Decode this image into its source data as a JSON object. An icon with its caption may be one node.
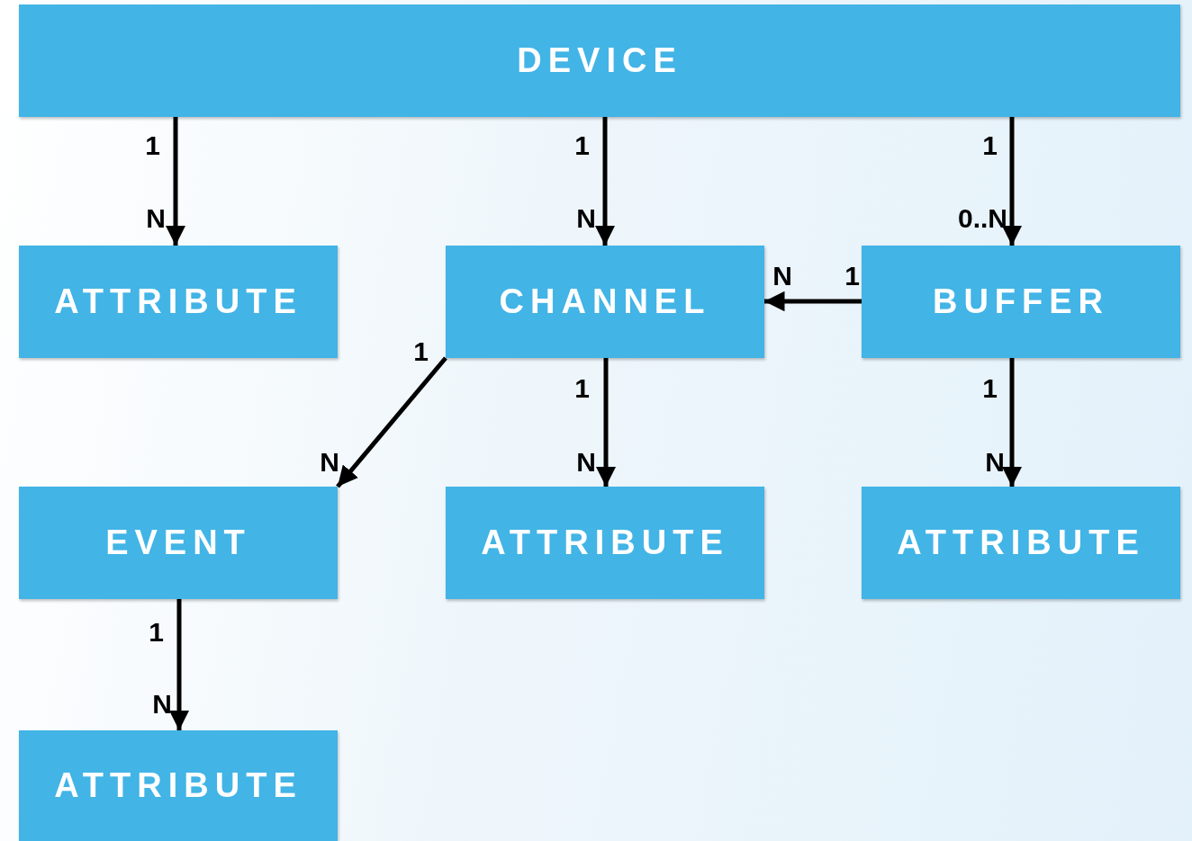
{
  "diagram": {
    "nodes": [
      {
        "text": [
          "DEVICE"
        ]
      },
      {
        "text": [
          "ATTRIBUTE"
        ]
      },
      {
        "text": [
          "CHANNEL"
        ]
      },
      {
        "text": [
          "BUFFER"
        ]
      },
      {
        "text": [
          "EVENT"
        ]
      },
      {
        "text": [
          "ATTRIBUTE"
        ]
      },
      {
        "text": [
          "ATTRIBUTE"
        ]
      },
      {
        "text": [
          "ATTRIBUTE"
        ]
      }
    ],
    "edges": [
      {
        "from": 0,
        "to": 1,
        "arrow": "to"
      },
      {
        "from": 0,
        "to": 2,
        "arrow": "to"
      },
      {
        "from": 0,
        "to": 3,
        "arrow": "to"
      },
      {
        "from": 3,
        "to": 2,
        "arrow": "to"
      },
      {
        "from": 2,
        "to": 4,
        "arrow": "to"
      },
      {
        "from": 2,
        "to": 5,
        "arrow": "to"
      },
      {
        "from": 3,
        "to": 6,
        "arrow": "to"
      },
      {
        "from": 4,
        "to": 7,
        "arrow": "to"
      }
    ],
    "labels": [
      "1",
      "1",
      "1",
      "N",
      "N",
      "0..N",
      "N",
      "1",
      "1",
      "1",
      "1",
      "N",
      "N",
      "N",
      "1",
      "N"
    ]
  }
}
